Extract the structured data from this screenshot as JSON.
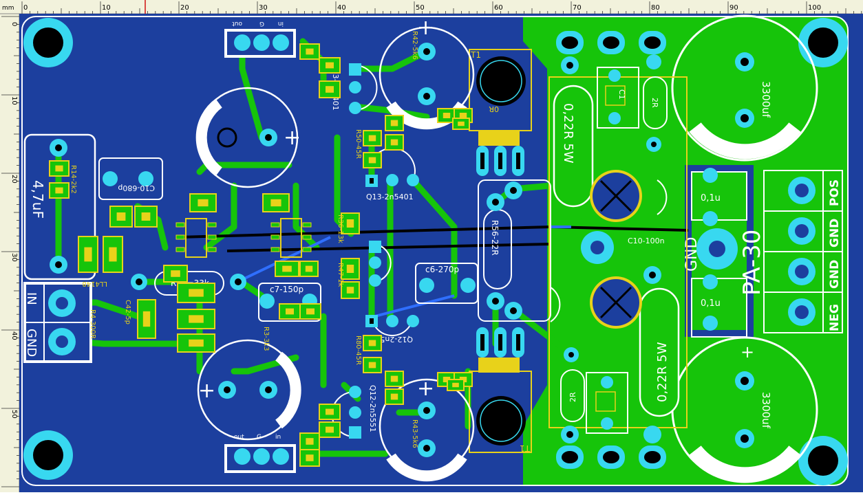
{
  "ruler": {
    "unit": "mm",
    "x_ticks": [
      "0",
      "10",
      "20",
      "30",
      "40",
      "50",
      "60",
      "70",
      "80",
      "90",
      "100"
    ],
    "y_ticks": [
      "0",
      "10",
      "20",
      "30",
      "40",
      "50"
    ]
  },
  "board": {
    "title": "PA-30",
    "colors": {
      "substrate": "#1c3f9e",
      "copper": "#16c40a",
      "pads": "#38d8f0",
      "silkscreen": "#ffffff",
      "smd": "#e8d21a",
      "ruler": "#f2f2dc"
    },
    "connectors": {
      "output": [
        "POS",
        "GND",
        "GND",
        "NEG"
      ],
      "input": [
        "IN",
        "GND"
      ]
    },
    "labels": {
      "gnd_big": "GND",
      "c_4u7": "4,7uF",
      "r_5w_top": "0,22R 5W",
      "r_5w_bot": "0,22R 5W",
      "c_3300_top": "3300uf",
      "c_3300_bot": "3300uf",
      "c01_top": "0,1u",
      "c01_bot": "0,1u",
      "c10": "C10-100n",
      "c7": "c7-150p",
      "c6": "c6-270p",
      "r19": "R19=33k",
      "r56": "R56-22R",
      "q13_top": "Q13-2n5401",
      "q12_mid": "Q12-2n5551",
      "q13_rot": "Q13-2n5401",
      "q12_rot": "Q12-2n5551",
      "r50": "R50-45R",
      "r80": "R80-45R",
      "r2_top": "2R",
      "r2_bot": "2R",
      "c1": "C1",
      "t1": "T1",
      "c10p": "C10-680p",
      "r_ohm": "0R",
      "r36": "R36-13k",
      "r47": "R47-1k",
      "r42": "R42-5k6",
      "r43": "R43-5k6",
      "rc_3k3": "R3-3k3",
      "r4": "R4-300R",
      "c42": "C42-5p",
      "r14": "R14-2k2",
      "d": "LL4148",
      "pin_out": "out",
      "pin_g": "G",
      "pin_in": "in"
    }
  }
}
